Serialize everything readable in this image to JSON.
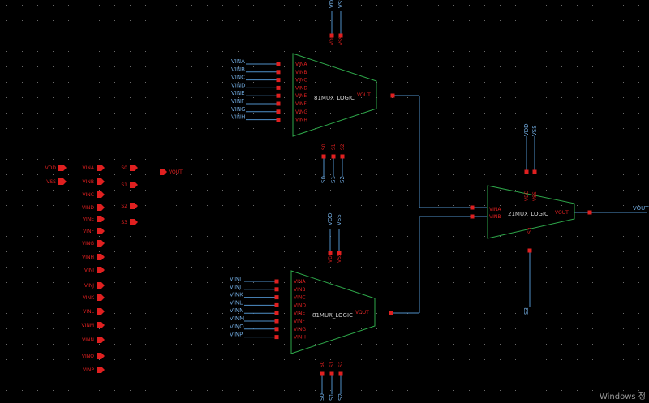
{
  "colors": {
    "background": "#000000",
    "grid_dot": "#6b6b6b",
    "block_outline": "#2ea84a",
    "wire": "#4f8fc8",
    "pin": "#e02020",
    "pin_label": "#e02020",
    "net_label": "#6fa8dc",
    "block_text": "#cfcfcf"
  },
  "blocks": [
    {
      "id": "mux8_top",
      "name": "81MUX_LOGIC",
      "inputs": [
        "VINA",
        "VINB",
        "VINC",
        "VIND",
        "VINE",
        "VINF",
        "VING",
        "VINH"
      ],
      "output": "VOUT",
      "power": [
        "VDD",
        "VSS"
      ],
      "selects": [
        "S0",
        "S1",
        "S2"
      ]
    },
    {
      "id": "mux8_bottom",
      "name": "81MUX_LOGIC",
      "inputs": [
        "VINA",
        "VINB",
        "VINC",
        "VIND",
        "VINE",
        "VINF",
        "VING",
        "VINH"
      ],
      "output": "VOUT",
      "power": [
        "VDD",
        "VSS"
      ],
      "selects": [
        "S0",
        "S1",
        "S2"
      ]
    },
    {
      "id": "mux2",
      "name": "21MUX_LOGIC",
      "inputs": [
        "VINA",
        "VINB"
      ],
      "output": "VOUT",
      "power": [
        "VDD",
        "VSS"
      ],
      "selects": [
        "S3"
      ]
    }
  ],
  "top_mux_nets": [
    "VINA",
    "VINB",
    "VINC",
    "VIND",
    "VINE",
    "VINF",
    "VING",
    "VINH"
  ],
  "bottom_mux_nets": [
    "VINI",
    "VINJ",
    "VINK",
    "VINL",
    "VINN",
    "VINM",
    "VINO",
    "VINP"
  ],
  "pin_nets": {
    "power": [
      "VDD",
      "VSS"
    ],
    "inputs": [
      "VINA",
      "VINB",
      "VINC",
      "VIND",
      "VINE",
      "VINF",
      "VING",
      "VINH",
      "VINI",
      "VINJ",
      "VINK",
      "VINL",
      "VINM",
      "VINN",
      "VINO",
      "VINP"
    ],
    "selects": [
      "S0",
      "S1",
      "S2",
      "S3"
    ],
    "output": "VOUT"
  },
  "net_labels": {
    "vdd": "VDD",
    "vss": "VSS",
    "s0": "S0",
    "s1": "S1",
    "s2": "S2",
    "s3": "S3",
    "vout": "VOUT"
  },
  "watermark": "Windows 정"
}
